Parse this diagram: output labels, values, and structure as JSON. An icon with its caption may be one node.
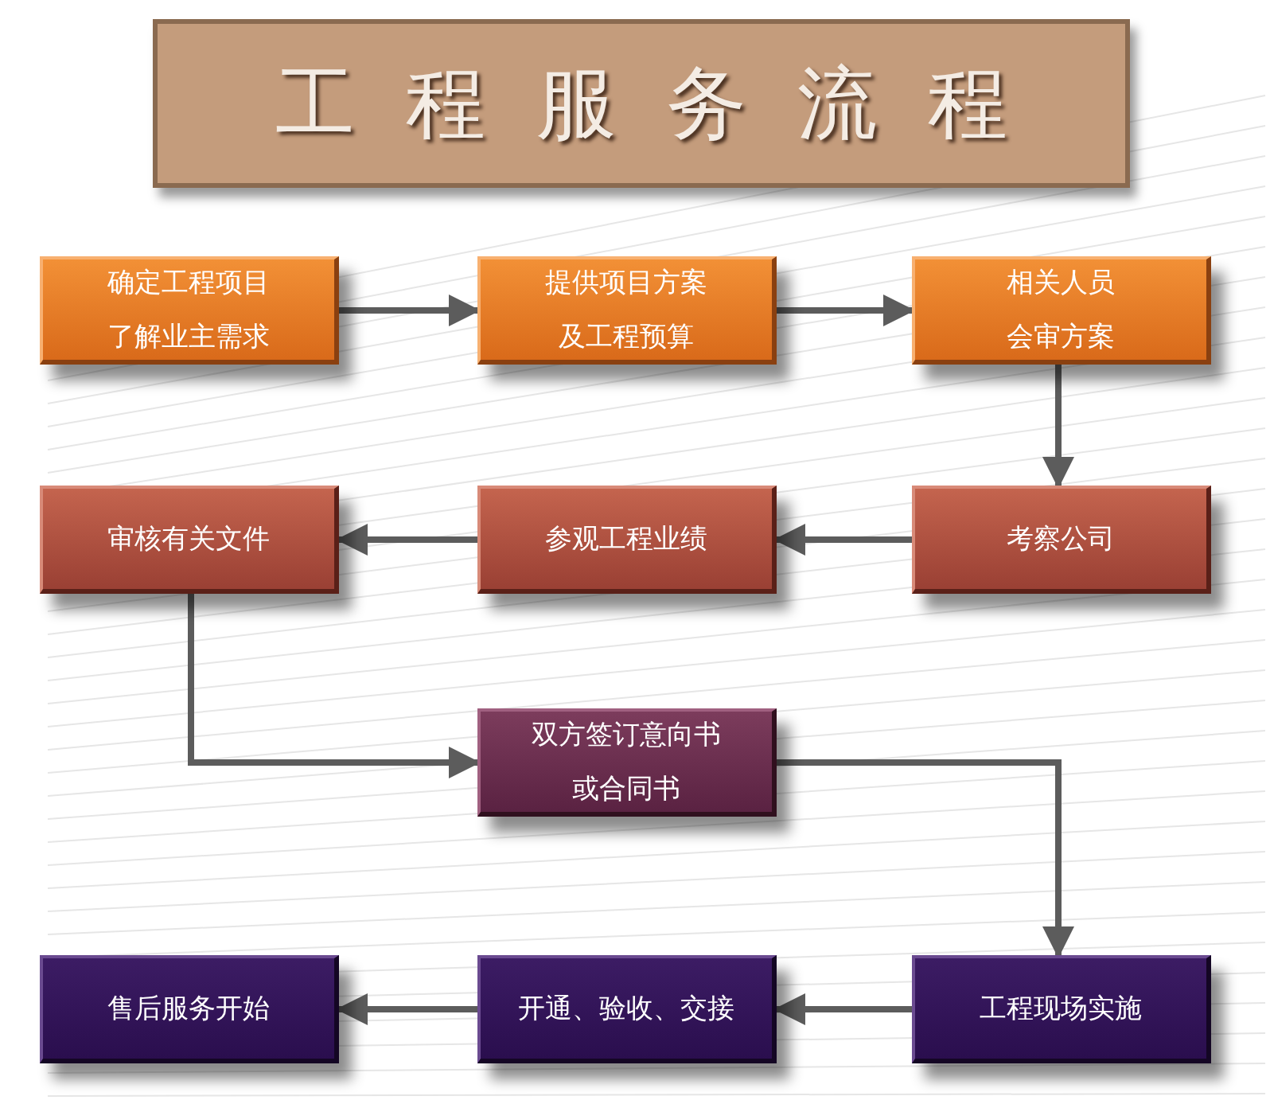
{
  "diagram": {
    "title": "工程服务流程",
    "nodes": [
      {
        "text": [
          "确定工程项目了解业主需求"
        ]
      },
      {
        "text": [
          "提供项目方案及工程预算"
        ]
      },
      {
        "text": [
          "相关人员会审方案"
        ]
      },
      {
        "text": [
          "审核有关文件"
        ]
      },
      {
        "text": [
          "参观工程业绩"
        ]
      },
      {
        "text": [
          "考察公司"
        ]
      },
      {
        "text": [
          "双方签订意向书或合同书"
        ]
      },
      {
        "text": [
          "售后服务开始"
        ]
      },
      {
        "text": [
          "开通、验收、交接"
        ]
      },
      {
        "text": [
          "工程现场实施"
        ]
      }
    ],
    "edges": [
      {
        "from": 0,
        "to": 1,
        "arrow": "to"
      },
      {
        "from": 1,
        "to": 2,
        "arrow": "to"
      },
      {
        "from": 2,
        "to": 5,
        "arrow": "to"
      },
      {
        "from": 5,
        "to": 4,
        "arrow": "to"
      },
      {
        "from": 4,
        "to": 3,
        "arrow": "to"
      },
      {
        "from": 3,
        "to": 6,
        "arrow": "to"
      },
      {
        "from": 6,
        "to": 9,
        "arrow": "to"
      },
      {
        "from": 9,
        "to": 8,
        "arrow": "to"
      },
      {
        "from": 8,
        "to": 7,
        "arrow": "to"
      }
    ]
  }
}
